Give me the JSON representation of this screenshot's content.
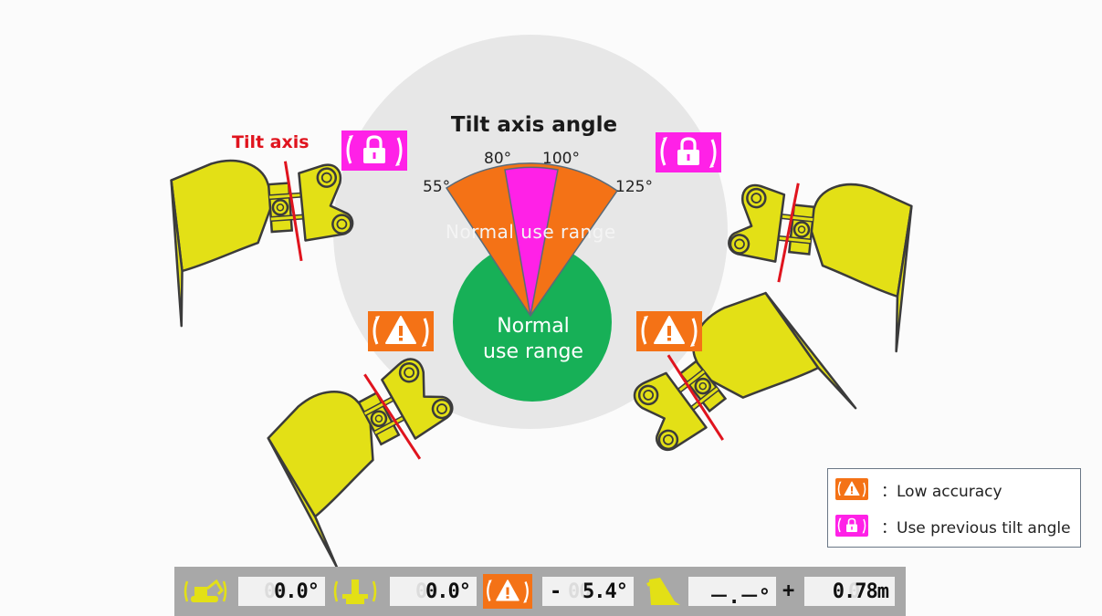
{
  "diagram": {
    "title": "Tilt axis angle",
    "tilt_axis_label": "Tilt axis",
    "normal_range_label_line1": "Normal",
    "normal_range_label_line2": "use range",
    "background_label": "Normal use range",
    "angles": {
      "a55": "55°",
      "a80": "80°",
      "a100": "100°",
      "a125": "125°"
    },
    "colors": {
      "low_accuracy": "#f47216",
      "previous_tilt": "#ff21e7",
      "normal_range": "#17b057",
      "bucket": "#e3e016",
      "tilt_axis_line": "#e0141e",
      "background_circle": "#e7e7e7"
    }
  },
  "legend": {
    "items": [
      {
        "icon": "warning-icon",
        "text": "：Low accuracy"
      },
      {
        "icon": "lock-icon",
        "text": "：Use previous tilt angle"
      }
    ]
  },
  "status_bar": {
    "machine_tilt_value": "0.0°",
    "machine_tilt_ghost": "00",
    "attachment_tilt_value": "0.0°",
    "attachment_tilt_ghost": "00",
    "warning_sign": "-",
    "warning_value": "5.4°",
    "warning_ghost": "00",
    "bucket_angle_value": "－.－°",
    "plus_sign": "+",
    "distance_value": "0.78m",
    "distance_ghost": "0"
  }
}
